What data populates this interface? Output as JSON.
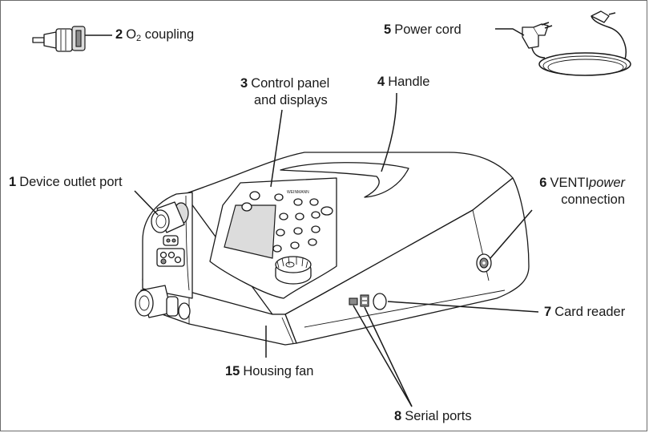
{
  "labels": {
    "device_outlet": {
      "num": "1",
      "text": "Device outlet port"
    },
    "o2_coupling": {
      "num": "2",
      "text_pre": "O",
      "text_sub": "2",
      "text_post": " coupling"
    },
    "control_panel": {
      "num": "3",
      "line1": "Control panel",
      "line2": "and displays"
    },
    "handle": {
      "num": "4",
      "text": "Handle"
    },
    "power_cord": {
      "num": "5",
      "text": "Power cord"
    },
    "ventipower": {
      "num": "6",
      "text_pre": "VENTI",
      "text_italic": "power",
      "line2": "connection"
    },
    "card_reader": {
      "num": "7",
      "text": "Card reader"
    },
    "serial_ports": {
      "num": "8",
      "text": "Serial ports"
    },
    "housing_fan": {
      "num": "15",
      "text": "Housing fan"
    }
  },
  "device": {
    "brand_text": "WEINMANN"
  },
  "colors": {
    "line": "#1a1a1a",
    "frame": "#6b6b6b",
    "shade": "#dcdcdc",
    "dark": "#8a8a8a"
  }
}
